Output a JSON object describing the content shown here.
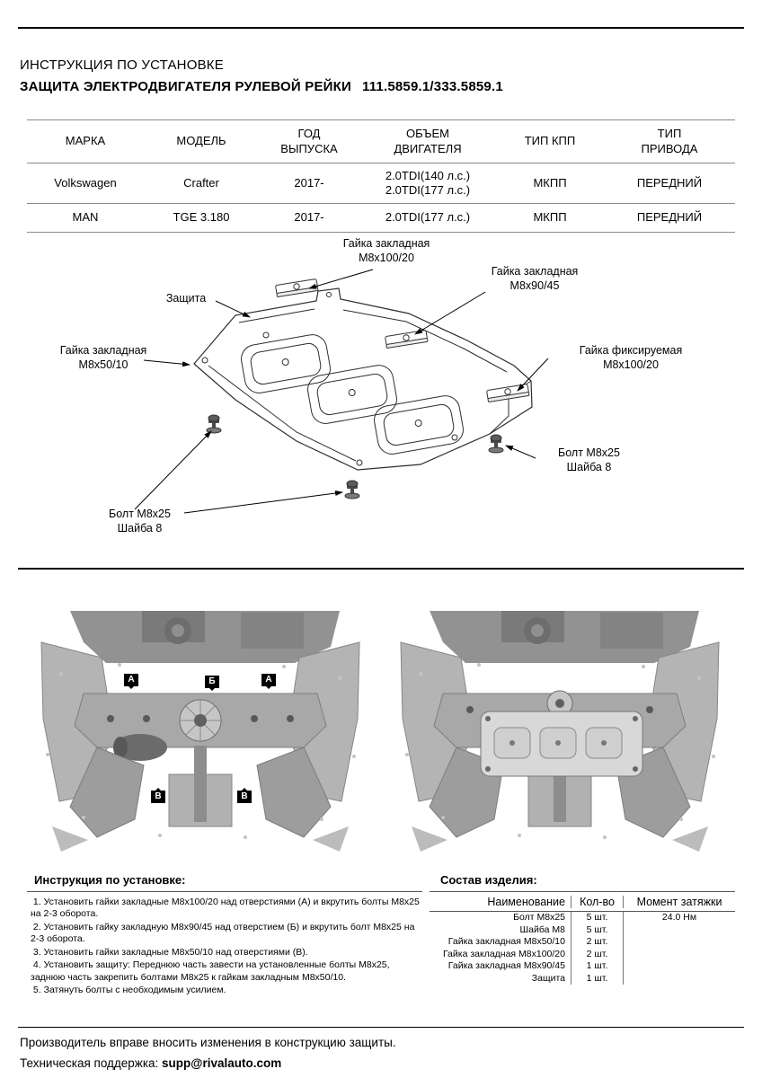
{
  "page": {
    "title": "ИНСТРУКЦИЯ ПО УСТАНОВКЕ",
    "subtitle": "ЗАЩИТА ЭЛЕКТРОДВИГАТЕЛЯ РУЛЕВОЙ РЕЙКИ",
    "part_numbers": "111.5859.1/333.5859.1"
  },
  "fitment": {
    "headers": [
      "МАРКА",
      "МОДЕЛЬ",
      "ГОД\nВЫПУСКА",
      "ОБЪЕМ\nДВИГАТЕЛЯ",
      "ТИП КПП",
      "ТИП\nПРИВОДА"
    ],
    "rows": [
      [
        "Volkswagen",
        "Crafter",
        "2017-",
        "2.0TDI(140 л.с.)\n2.0TDI(177 л.с.)",
        "МКПП",
        "ПЕРЕДНИЙ"
      ],
      [
        "MAN",
        "TGE 3.180",
        "2017-",
        "2.0TDI(177 л.с.)",
        "МКПП",
        "ПЕРЕДНИЙ"
      ]
    ]
  },
  "diagram": {
    "labels": {
      "nut_top": "Гайка закладная\nМ8х100/20",
      "nut_right_top": "Гайка закладная\nМ8х90/45",
      "shield": "Защита",
      "nut_left": "Гайка закладная\nМ8х50/10",
      "nut_fixed": "Гайка фиксируемая\nМ8х100/20",
      "bolt_right": "Болт М8х25\nШайба 8",
      "bolt_left": "Болт М8х25\nШайба 8"
    },
    "markers": [
      "А",
      "Б",
      "А",
      "В",
      "В"
    ]
  },
  "instructions": {
    "heading": "Инструкция по установке:",
    "steps": [
      " 1. Установить гайки закладные М8х100/20 над отверстиями (А) и вкрутить болты М8х25 на 2-3 оборота.",
      " 2. Установить гайку закладную М8х90/45 над отверстием (Б) и вкрутить болт М8х25 на 2-3 оборота.",
      " 3. Установить гайки закладные М8х50/10 над отверстиями (В).",
      " 4. Установить защиту: Переднюю часть завести на установленные болты М8х25, заднюю часть закрепить болтами М8х25 к гайкам закладным М8х50/10.",
      " 5. Затянуть болты с необходимым усилием."
    ]
  },
  "parts": {
    "heading": "Состав изделия:",
    "headers": [
      "Наименование",
      "Кол-во",
      "Момент затяжки"
    ],
    "rows": [
      {
        "name": "Болт М8х25",
        "qty": "5 шт.",
        "torque": "24.0 Нм"
      },
      {
        "name": "Шайба М8",
        "qty": "5 шт.",
        "torque": ""
      },
      {
        "name": "Гайка закладная М8х50/10",
        "qty": "2 шт.",
        "torque": ""
      },
      {
        "name": "Гайка закладная М8х100/20",
        "qty": "2 шт.",
        "torque": ""
      },
      {
        "name": "Гайка закладная М8х90/45",
        "qty": "1 шт.",
        "torque": ""
      },
      {
        "name": "Защита",
        "qty": "1 шт.",
        "torque": ""
      }
    ]
  },
  "footer": {
    "disclaimer": "Производитель вправе вносить изменения в конструкцию защиты.",
    "support_label": "Техническая поддержка: ",
    "support_email": "supp@rivalauto.com"
  }
}
